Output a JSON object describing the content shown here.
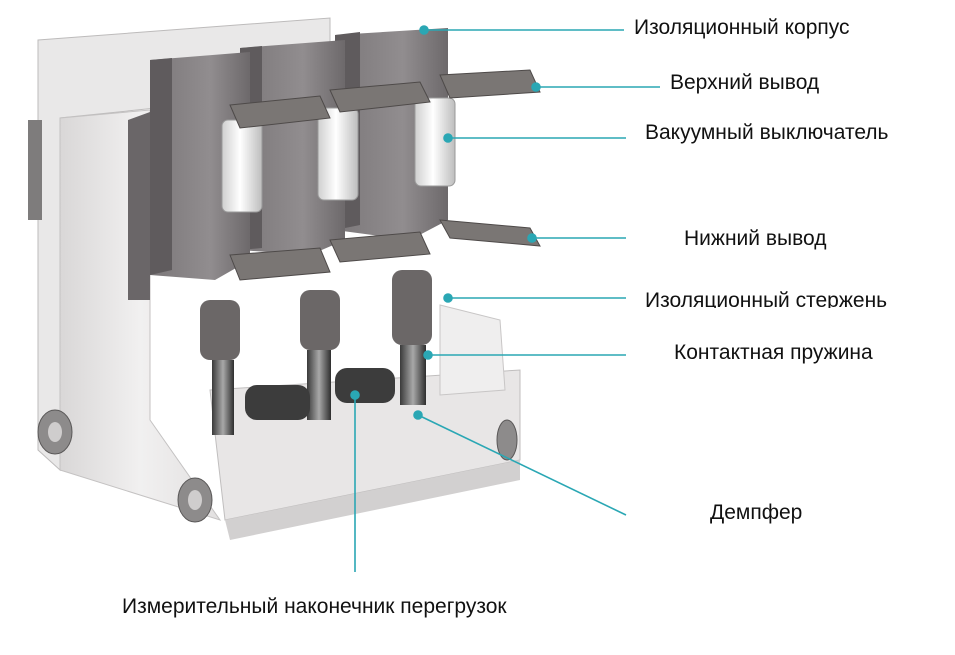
{
  "labels": {
    "insulation_housing": "Изоляционный корпус",
    "upper_terminal": "Верхний вывод",
    "vacuum_interrupter": "Вакуумный выключатель",
    "lower_terminal": "Нижний вывод",
    "insulation_rod": "Изоляционный стержень",
    "contact_spring": "Контактная пружина",
    "damper": "Демпфер",
    "overload_tip": "Измерительный наконечник перегрузок"
  },
  "colors": {
    "leader": "#2aa7b4",
    "housing": "#8a8688",
    "housing_dark": "#6f6b6d",
    "copper_bar": "#6e6a68",
    "frame": "#e6e4e4",
    "interrupter": "#f2f2f2"
  }
}
